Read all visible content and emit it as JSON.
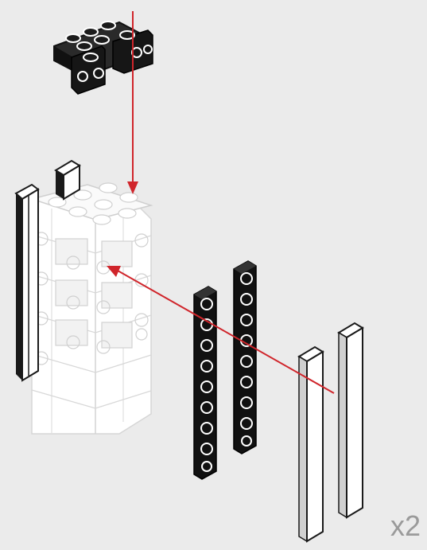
{
  "diagram": {
    "multiplier_label": "x2",
    "arrow_color": "#d0252b",
    "stroke_color": "#1a1a1a",
    "background_color": "#ebebeb",
    "parts": [
      {
        "name": "black-bracket-brick",
        "color": "black",
        "quantity_shown": 1
      },
      {
        "name": "white-column-assembly",
        "color": "white",
        "quantity_shown": 1
      },
      {
        "name": "black-1x8-plate",
        "color": "black",
        "quantity_shown": 2
      },
      {
        "name": "white-tile",
        "color": "white",
        "quantity_shown": 2
      }
    ]
  }
}
